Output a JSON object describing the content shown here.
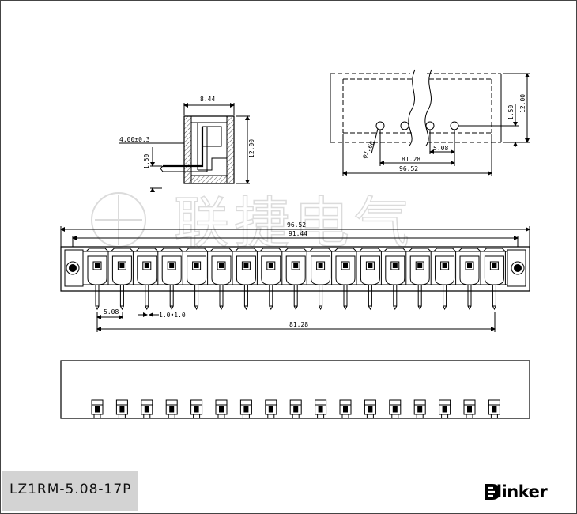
{
  "product": {
    "model": "LZ1RM-5.08-17P",
    "brand": "Elinker",
    "pin_count": 17
  },
  "watermark": {
    "text": "联捷电气"
  },
  "side_view": {
    "width": "8.44",
    "height": "12.00",
    "pin_offset": "4.00±0.3",
    "pin_height": "1.50"
  },
  "pcb_layout": {
    "hole_diameter": "φ1.60",
    "pitch": "5.08",
    "pin_span": "81.28",
    "total_length": "96.52",
    "height": "12.00",
    "edge_offset": "1.50"
  },
  "front_view": {
    "total_length": "96.52",
    "body_length": "91.44",
    "pitch": "5.08",
    "pin_size": "1.0•1.0",
    "pin_span": "81.28"
  },
  "colors": {
    "line": "#000000",
    "hatch": "#555555",
    "model_bg": "#d3d3d3"
  }
}
